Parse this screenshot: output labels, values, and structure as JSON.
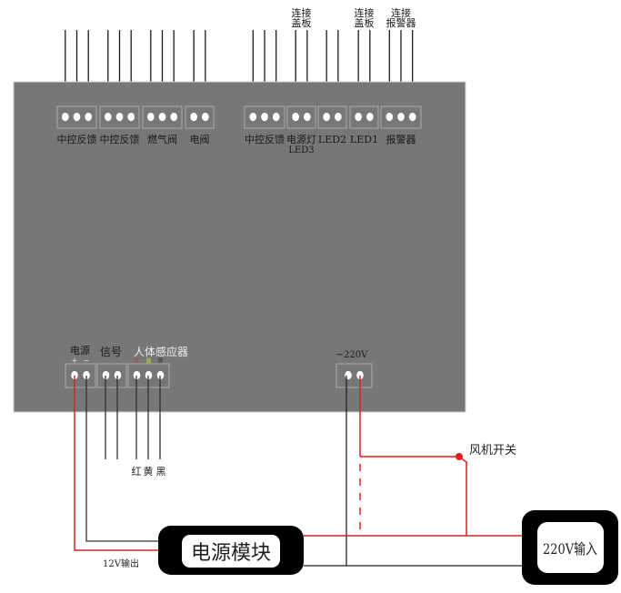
{
  "panel": {
    "top_connectors": [
      {
        "label": "中控反馈",
        "pins": 3
      },
      {
        "label": "中控反馈",
        "pins": 3
      },
      {
        "label": "燃气阀",
        "pins": 3
      },
      {
        "label": "电阀",
        "pins": 2
      },
      {
        "label": "中控反馈",
        "pins": 3
      },
      {
        "label": "电源灯",
        "label2": "LED3",
        "pins": 2,
        "top_note": [
          "连接",
          "盖板"
        ]
      },
      {
        "label": "LED2",
        "pins": 2
      },
      {
        "label": "LED1",
        "pins": 2,
        "top_note": [
          "连接",
          "盖板"
        ]
      },
      {
        "label": "报警器",
        "pins": 3,
        "top_note": [
          "连接",
          "报警器"
        ]
      }
    ],
    "bottom_connectors": [
      {
        "label": "电源",
        "pins": 2,
        "polarity": [
          "+",
          "−"
        ]
      },
      {
        "label": "信号",
        "pins": 2
      },
      {
        "label": "人体感应器",
        "pins": 3,
        "pin_labels": [
          "红",
          "黄",
          "黑"
        ],
        "pin_colors": [
          "#e03030",
          "#d8d820",
          "#333333"
        ]
      },
      {
        "label": "~220V",
        "pins": 2
      }
    ]
  },
  "sensor_wire_labels": [
    "红",
    "黄",
    "黑"
  ],
  "fan_switch_label": "风机开关",
  "power_module": {
    "label": "电源模块",
    "output_label": "12V输出"
  },
  "ac_input": {
    "label": "220V输入"
  },
  "colors": {
    "panel": "#777777",
    "wire_live": "#e02020",
    "wire_neutral": "#1a1a1a",
    "pin": "#ffffff",
    "connector_border": "#a8a8a8"
  }
}
